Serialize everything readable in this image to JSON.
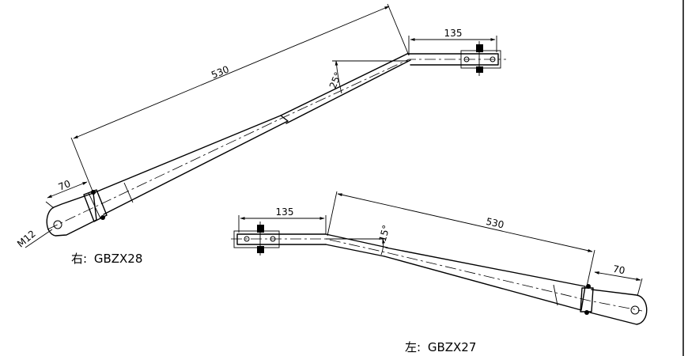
{
  "right_arm": {
    "dim_total": "530",
    "dim_mount": "135",
    "dim_tip": "70",
    "angle": "25°",
    "thread": "M12",
    "caption_side": "右:",
    "caption_model": "GBZX28"
  },
  "left_arm": {
    "dim_total": "530",
    "dim_mount": "135",
    "dim_tip": "70",
    "angle": "15°",
    "caption_side": "左:",
    "caption_model": "GBZX27"
  }
}
